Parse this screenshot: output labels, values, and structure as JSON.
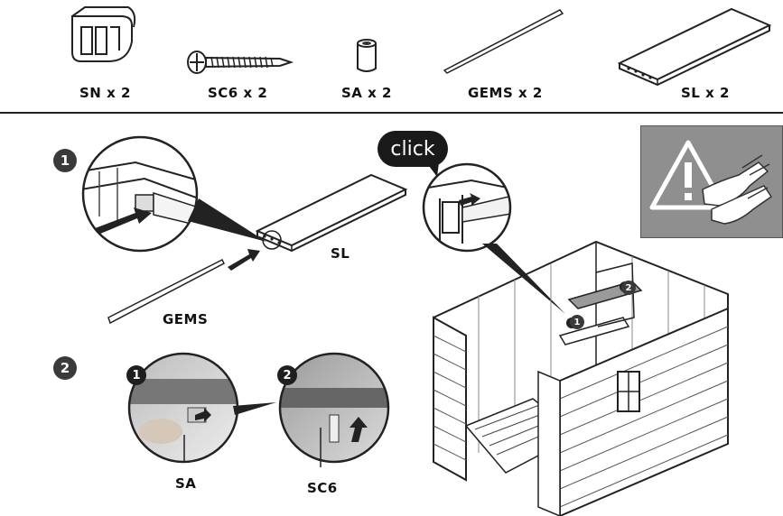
{
  "parts": [
    {
      "icon": "shelf-support-icon",
      "label": "SN x 2"
    },
    {
      "icon": "screw-icon",
      "label": "SC6 x 2"
    },
    {
      "icon": "spacer-tube-icon",
      "label": "SA x 2"
    },
    {
      "icon": "rod-icon",
      "label": "GEMS x 2"
    },
    {
      "icon": "shelf-board-icon",
      "label": "SL x 2"
    }
  ],
  "step1": {
    "badge": "1",
    "click_text": "click",
    "shelf_label": "SL",
    "rod_label": "GEMS",
    "callout_marker_1": "1",
    "callout_marker_2": "2"
  },
  "step2": {
    "badge": "2",
    "detail_1_marker": "1",
    "detail_2_marker": "2",
    "spacer_label": "SA",
    "screw_label": "SC6"
  },
  "warning": {
    "icon": "warning-gloves-icon"
  }
}
